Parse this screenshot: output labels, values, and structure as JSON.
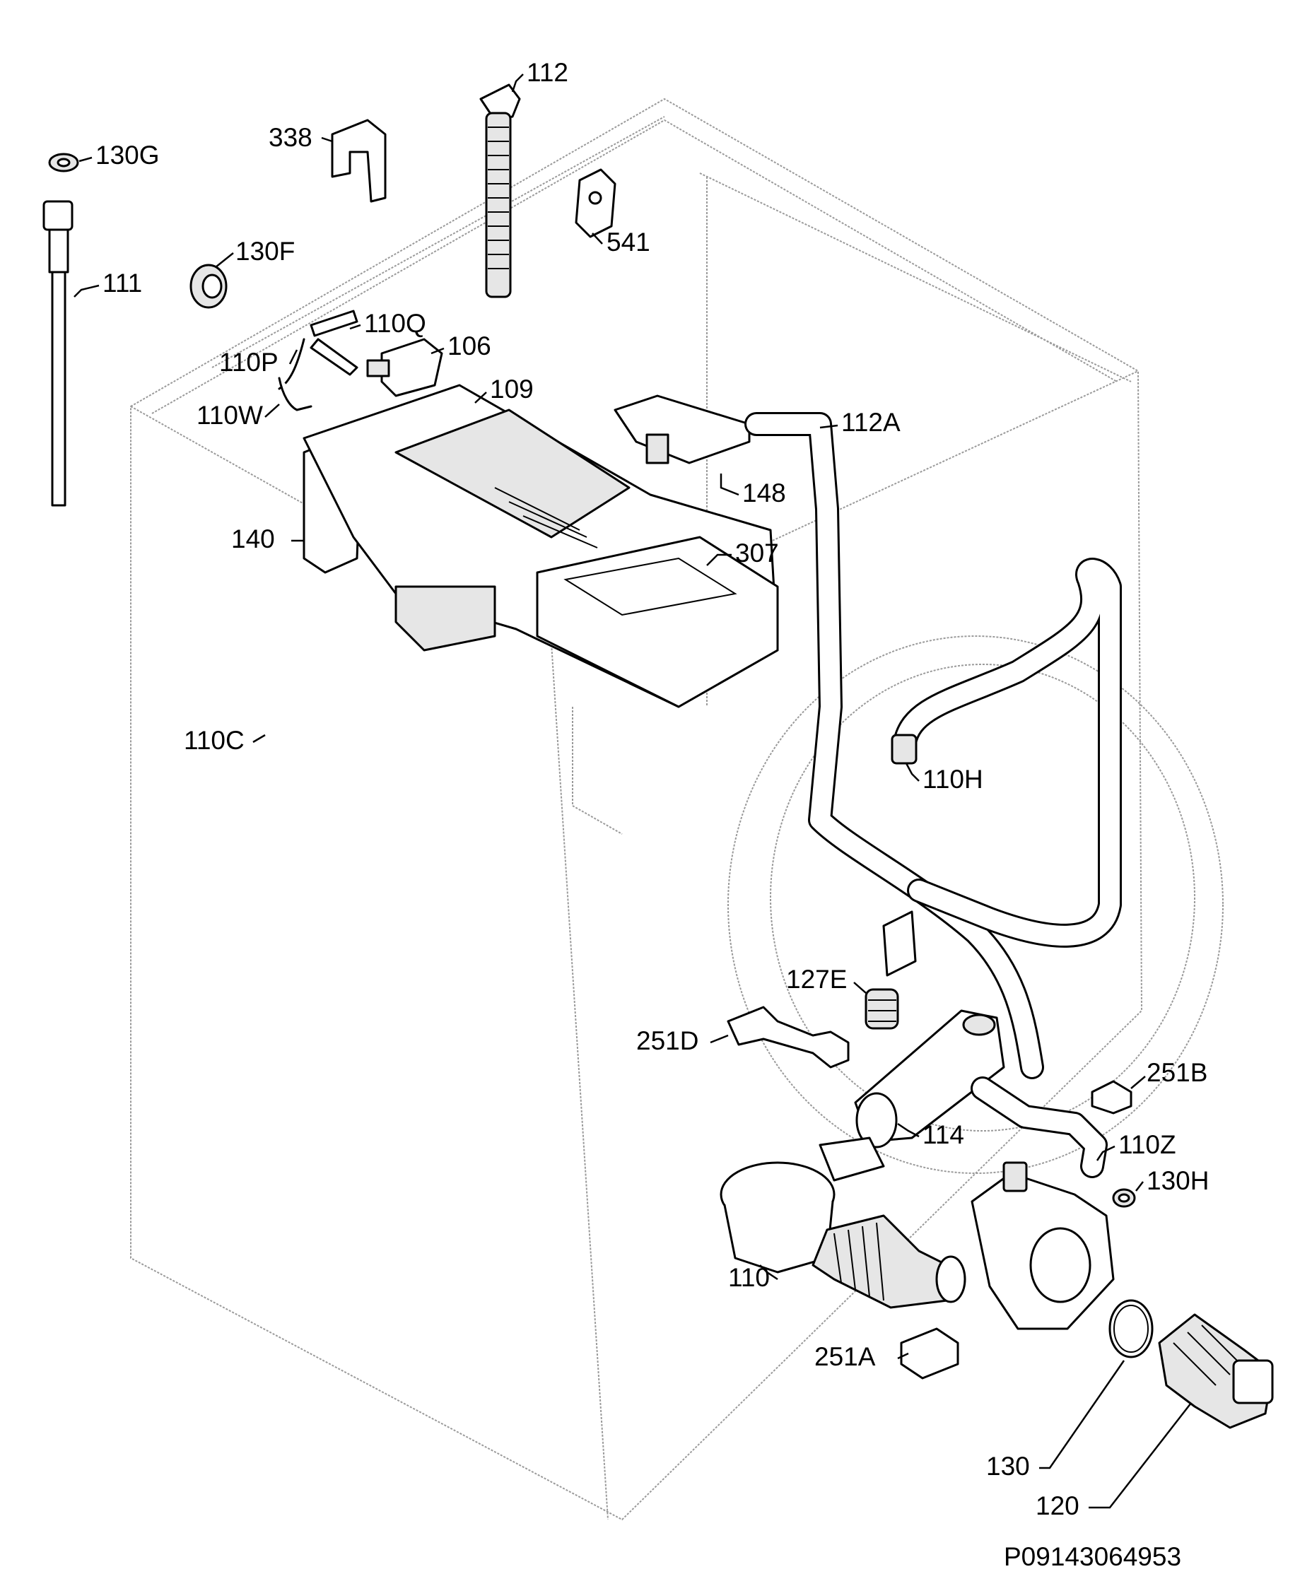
{
  "drawing_code": "P09143064953",
  "labels": {
    "l112": "112",
    "l338": "338",
    "l130G": "130G",
    "l541": "541",
    "l130F": "130F",
    "l111": "111",
    "l110Q": "110Q",
    "l106": "106",
    "l110P": "110P",
    "l109": "109",
    "l110W": "110W",
    "l112A": "112A",
    "l148": "148",
    "l140": "140",
    "l307": "307",
    "l110C": "110C",
    "l110H": "110H",
    "l127E": "127E",
    "l251D": "251D",
    "l251B": "251B",
    "l114": "114",
    "l110Z": "110Z",
    "l130H": "130H",
    "l110": "110",
    "l251A": "251A",
    "l130": "130",
    "l120": "120"
  }
}
